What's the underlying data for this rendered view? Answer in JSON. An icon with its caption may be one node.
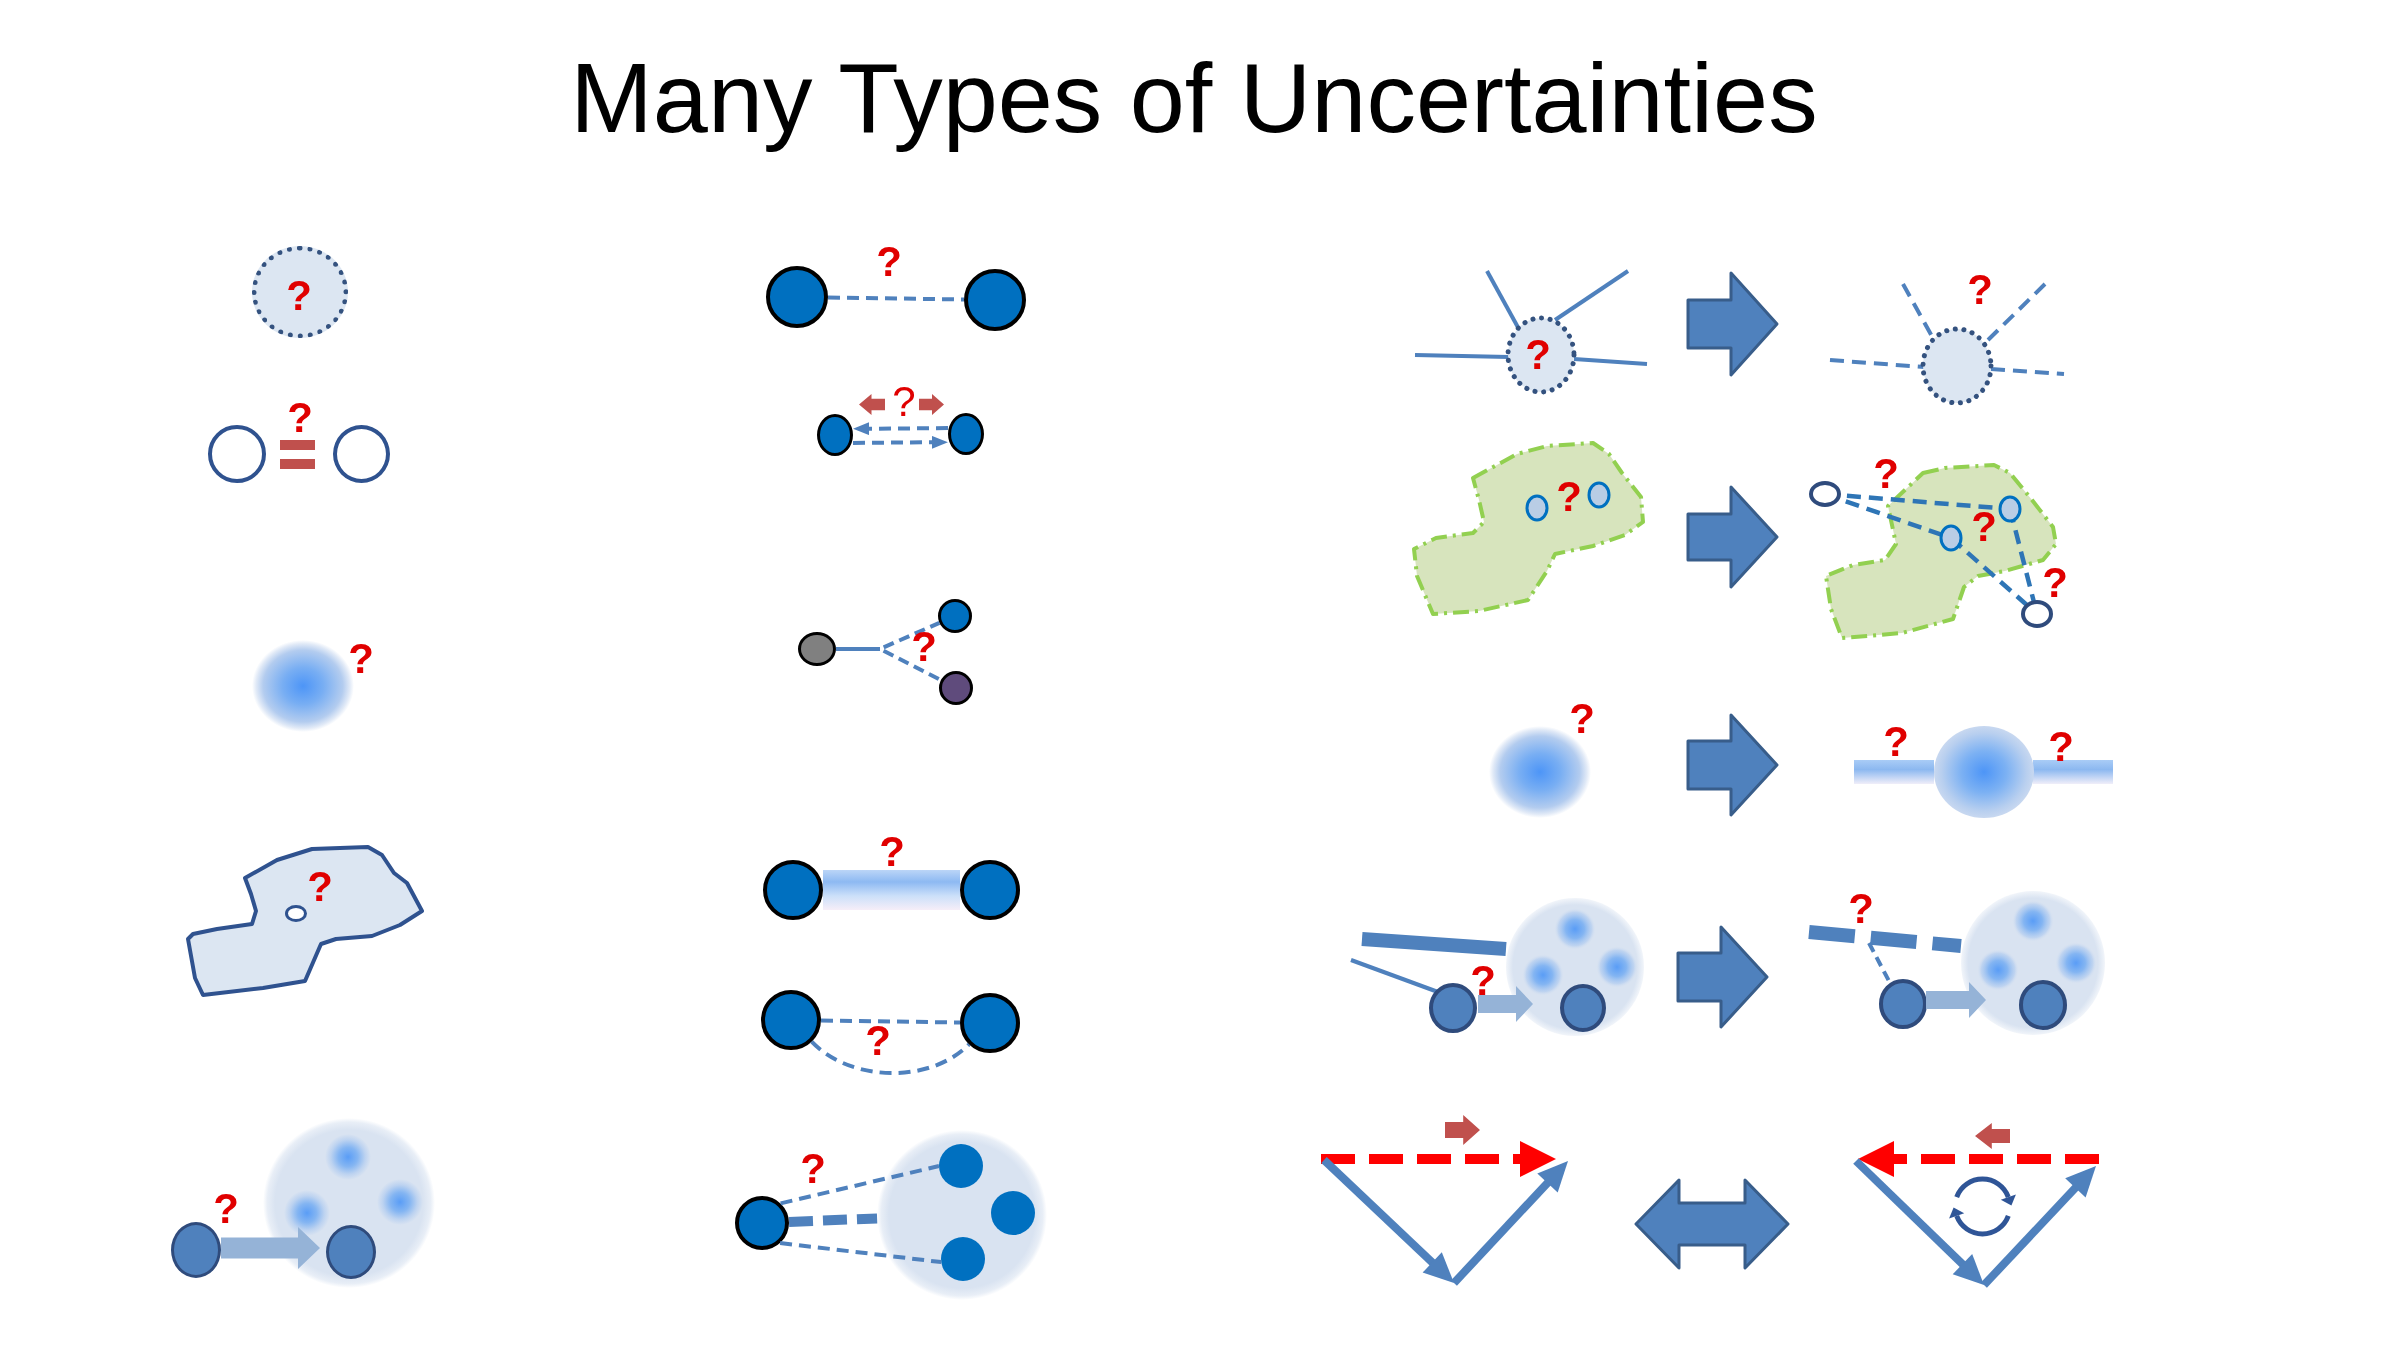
{
  "diagram": {
    "title": "Many Types of Uncertainties",
    "nodes": [
      {
        "text": [
          "?"
        ]
      },
      {
        "text": [],
        "shape": "circle"
      },
      {
        "text": [],
        "shape": "circle"
      },
      {
        "text": [],
        "shape": "circle",
        "beside": [
          "?"
        ]
      },
      {
        "text": [
          "?"
        ]
      },
      {
        "text": [],
        "shape": "circle",
        "in": 4
      },
      {
        "text": [],
        "shape": "circle"
      },
      {
        "text": [],
        "shape": "circle"
      },
      {
        "text": [],
        "shape": "circle",
        "in": 7
      },
      {
        "text": [],
        "shape": "circle",
        "in": 7
      },
      {
        "text": [],
        "shape": "circle",
        "in": 7
      },
      {
        "text": [],
        "shape": "circle",
        "in": 7
      },
      {
        "text": [],
        "shape": "circle"
      },
      {
        "text": [],
        "shape": "circle"
      },
      {
        "text": [],
        "shape": "circle"
      },
      {
        "text": [],
        "shape": "circle"
      },
      {
        "text": [],
        "shape": "circle"
      },
      {
        "text": [],
        "shape": "circle"
      },
      {
        "text": [],
        "shape": "circle"
      },
      {
        "text": [],
        "shape": "circle"
      },
      {
        "text": [],
        "shape": "circle"
      },
      {
        "text": [],
        "shape": "circle"
      },
      {
        "text": [],
        "shape": "circle"
      },
      {
        "text": [],
        "shape": "circle"
      },
      {
        "text": [],
        "shape": "circle"
      },
      {
        "text": [],
        "shape": "circle",
        "in": 24
      },
      {
        "text": [],
        "shape": "circle",
        "in": 24
      },
      {
        "text": [],
        "shape": "circle",
        "in": 24
      },
      {
        "text": [
          "?"
        ]
      },
      {
        "text": [
          "?"
        ]
      },
      {
        "text": [
          "?"
        ]
      },
      {
        "text": [
          "?",
          "?",
          "?"
        ]
      },
      {
        "text": [],
        "shape": "circle",
        "beside": [
          "?"
        ]
      },
      {
        "text": [
          "?",
          "?"
        ]
      },
      {
        "text": [
          "?"
        ]
      },
      {
        "text": [
          "?"
        ]
      },
      {
        "text": [],
        "shape": "picture"
      },
      {
        "text": [],
        "shape": "picture"
      }
    ],
    "edges": [
      {
        "from": 6,
        "to": 11,
        "arrow": "to",
        "label": "?",
        "style": "thick",
        "color": "#95b3d7"
      },
      {
        "from": 12,
        "to": 13,
        "arrow": "none",
        "label": "?",
        "style": "dashed"
      },
      {
        "from": 15,
        "to": 14,
        "arrow": "to",
        "style": "dashed"
      },
      {
        "from": 14,
        "to": 15,
        "arrow": "to",
        "style": "dashed"
      },
      {
        "from": 16,
        "to": 17,
        "arrow": "none",
        "style": "dashed"
      },
      {
        "from": 16,
        "to": 18,
        "arrow": "none",
        "style": "dashed"
      },
      {
        "from": 19,
        "to": 20,
        "arrow": "none",
        "label": "?",
        "style": "thick",
        "color": "#8db9f2"
      },
      {
        "from": 21,
        "to": 22,
        "arrow": "none",
        "style": "dashed"
      },
      {
        "from": 21,
        "to": 22,
        "arrow": "none",
        "style": "dashed"
      },
      {
        "from": 23,
        "to": 25,
        "arrow": "none",
        "label": "?",
        "style": "dashed"
      },
      {
        "from": 23,
        "to": 24,
        "arrow": "none",
        "style": "dashed"
      },
      {
        "from": 23,
        "to": 27,
        "arrow": "none",
        "style": "dashed"
      },
      {
        "from": 28,
        "to": 29,
        "arrow": "to",
        "style": "thick"
      },
      {
        "from": 30,
        "to": 31,
        "arrow": "to",
        "style": "thick"
      },
      {
        "from": 32,
        "to": 33,
        "arrow": "to",
        "style": "thick"
      },
      {
        "from": 34,
        "to": 35,
        "arrow": "to",
        "style": "thick"
      },
      {
        "from": 36,
        "to": 37,
        "arrow": "both",
        "style": "thick"
      }
    ],
    "labels": [
      "?",
      "?",
      "?",
      "?"
    ]
  }
}
